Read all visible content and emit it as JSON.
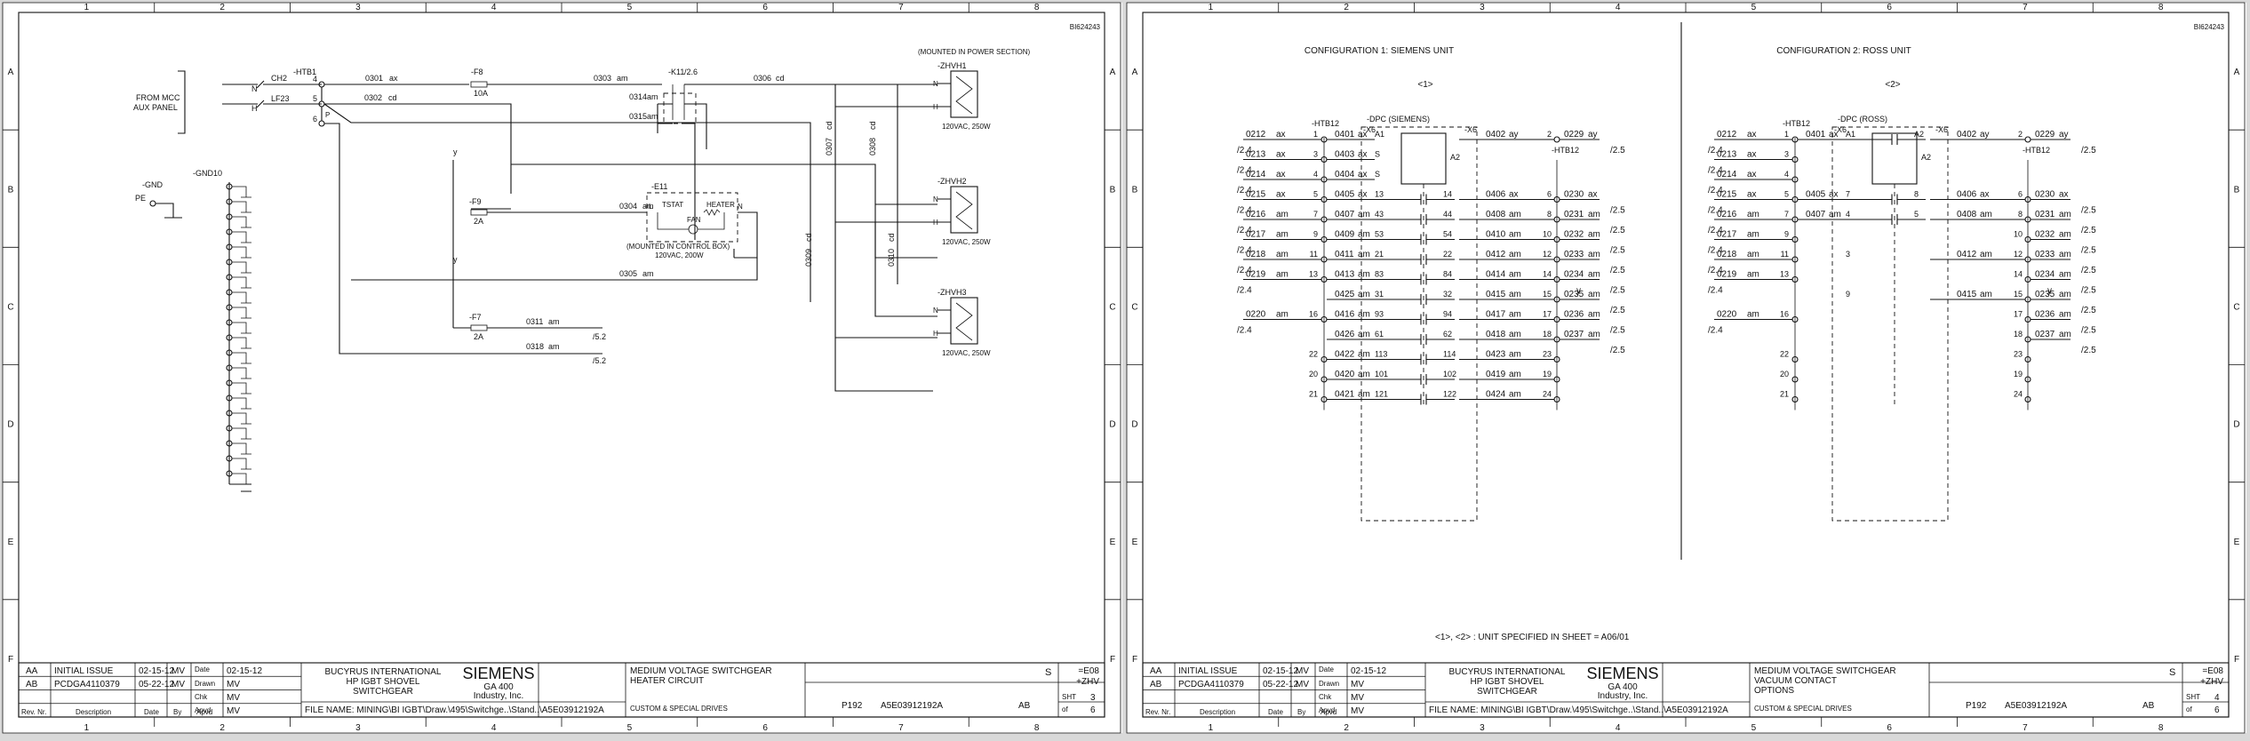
{
  "colors": {
    "page": "#ffffff",
    "ink": "#111111",
    "background": "#d9d9d9"
  },
  "grid_columns": [
    "1",
    "2",
    "3",
    "4",
    "5",
    "6",
    "7",
    "8"
  ],
  "grid_rows": [
    "A",
    "B",
    "C",
    "D",
    "E",
    "F"
  ],
  "sheet3": {
    "doc_id": "BI624243",
    "from_mcc": "FROM MCC",
    "aux_panel": "AUX PANEL",
    "htb1": "-HTB1",
    "ch2": "CH2",
    "lf23": "LF23",
    "term_4": "4",
    "term_5": "5",
    "term_6": "6",
    "n1": "N",
    "h1": "H",
    "f8": "-F8",
    "f8_rating": "10A",
    "f9": "-F9",
    "f9_rating": "2A",
    "f7": "-F7",
    "f7_rating": "2A",
    "k11": "-K11",
    "k11_contact": "/2.6",
    "w0301": "0301",
    "w0301_c": "ax",
    "w0302": "0302",
    "w0302_c": "cd",
    "w0303": "0303",
    "w0303_c": "am",
    "w0306": "0306",
    "w0306_c": "cd",
    "w0314": "0314",
    "w0314_c": "am",
    "w0315": "0315",
    "w0315_c": "am",
    "w0304": "0304",
    "w0304_c": "am",
    "w0305": "0305",
    "w0305_c": "am",
    "w0311": "0311",
    "w0311_c": "am",
    "w0318": "0318",
    "w0318_c": "am",
    "w0307": "0307",
    "w0307_c": "cd",
    "w0308": "0308",
    "w0308_c": "cd",
    "w0309": "0309",
    "w0309_c": "cd",
    "w0310": "0310",
    "w0310_c": "cd",
    "y": "y",
    "ref_52a": "/5.2",
    "ref_52b": "/5.2",
    "mounted_power": "(MOUNTED IN POWER SECTION)",
    "zhvh1": "-ZHVH1",
    "zhvh2": "-ZHVH2",
    "zhvh3": "-ZHVH3",
    "heater_rating": "120VAC, 250W",
    "gnd": "-GND",
    "pe": "PE",
    "gnd10": "-GND10",
    "e11": "-E11",
    "tstat": "TSTAT",
    "heater": "HEATER",
    "fan": "FAN",
    "mounted_control": "(MOUNTED IN CONTROL BOX)",
    "e11_rating": "120VAC, 200W",
    "L": "L",
    "N": "N"
  },
  "sheet4": {
    "doc_id": "BI624243",
    "config1": "CONFIGURATION 1: SIEMENS UNIT",
    "config2": "CONFIGURATION 2: ROSS UNIT",
    "tag1": "<1>",
    "tag2": "<2>",
    "htb12": "-HTB12",
    "dpc_siemens": "-DPC (SIEMENS)",
    "dpc_ross": "-DPC (ROSS)",
    "x6": "-X6",
    "a1": "A1",
    "a2": "A2",
    "s": "S",
    "ref": "/2.4",
    "ref_out": "/2.5",
    "footnote": "<1>, <2> : UNIT SPECIFIED IN SHEET = A06/01",
    "siemens_rows": [
      {
        "in": "0212",
        "ic": "ax",
        "t": "1",
        "w": "0401",
        "wc": "ax",
        "ct": "A1",
        "cb": "",
        "out": "0402",
        "oc": "ay",
        "ot": "2",
        "o2": "0229",
        "o2c": "ay"
      },
      {
        "in": "0213",
        "ic": "ax",
        "t": "3",
        "w": "0403",
        "wc": "ax",
        "ct": "S",
        "cb": "",
        "out": "",
        "oc": "",
        "ot": "",
        "o2": "",
        "o2c": ""
      },
      {
        "in": "0214",
        "ic": "ax",
        "t": "4",
        "w": "0404",
        "wc": "ax",
        "ct": "S",
        "cb": "",
        "out": "",
        "oc": "",
        "ot": "",
        "o2": "",
        "o2c": ""
      },
      {
        "in": "0215",
        "ic": "ax",
        "t": "5",
        "w": "0405",
        "wc": "ax",
        "ct": "13",
        "cb": "14",
        "out": "0406",
        "oc": "ax",
        "ot": "6",
        "o2": "0230",
        "o2c": "ax"
      },
      {
        "in": "0216",
        "ic": "am",
        "t": "7",
        "w": "0407",
        "wc": "am",
        "ct": "43",
        "cb": "44",
        "out": "0408",
        "oc": "am",
        "ot": "8",
        "o2": "0231",
        "o2c": "am"
      },
      {
        "in": "0217",
        "ic": "am",
        "t": "9",
        "w": "0409",
        "wc": "am",
        "ct": "53",
        "cb": "54",
        "out": "0410",
        "oc": "am",
        "ot": "10",
        "o2": "0232",
        "o2c": "am"
      },
      {
        "in": "0218",
        "ic": "am",
        "t": "11",
        "w": "0411",
        "wc": "am",
        "ct": "21",
        "cb": "22",
        "out": "0412",
        "oc": "am",
        "ot": "12",
        "o2": "0233",
        "o2c": "am"
      },
      {
        "in": "0219",
        "ic": "am",
        "t": "13",
        "w": "0413",
        "wc": "am",
        "ct": "83",
        "cb": "84",
        "out": "0414",
        "oc": "am",
        "ot": "14",
        "o2": "0234",
        "o2c": "am"
      },
      {
        "in": "",
        "ic": "",
        "t": "",
        "w": "0425",
        "wc": "am",
        "ct": "31",
        "cb": "32",
        "out": "0415",
        "oc": "am",
        "ot": "15",
        "o2": "0235",
        "o2c": "am"
      },
      {
        "in": "0220",
        "ic": "am",
        "t": "16",
        "w": "0416",
        "wc": "am",
        "ct": "93",
        "cb": "94",
        "out": "0417",
        "oc": "am",
        "ot": "17",
        "o2": "0236",
        "o2c": "am"
      },
      {
        "in": "",
        "ic": "",
        "t": "",
        "w": "0426",
        "wc": "am",
        "ct": "61",
        "cb": "62",
        "out": "0418",
        "oc": "am",
        "ot": "18",
        "o2": "0237",
        "o2c": "am"
      },
      {
        "in": "",
        "ic": "",
        "t": "22",
        "w": "0422",
        "wc": "am",
        "ct": "113",
        "cb": "114",
        "out": "0423",
        "oc": "am",
        "ot": "23",
        "o2": "",
        "o2c": ""
      },
      {
        "in": "",
        "ic": "",
        "t": "20",
        "w": "0420",
        "wc": "am",
        "ct": "101",
        "cb": "102",
        "out": "0419",
        "oc": "am",
        "ot": "19",
        "o2": "",
        "o2c": ""
      },
      {
        "in": "",
        "ic": "",
        "t": "21",
        "w": "0421",
        "wc": "am",
        "ct": "121",
        "cb": "122",
        "out": "0424",
        "oc": "am",
        "ot": "24",
        "o2": "",
        "o2c": ""
      }
    ],
    "ross_rows": [
      {
        "in": "0212",
        "ic": "ax",
        "t": "1",
        "w": "0401",
        "wc": "ax",
        "out": "0402",
        "oc": "ay",
        "ot": "2",
        "o2": "0229",
        "o2c": "ay",
        "ct": "A1",
        "cb": "A2"
      },
      {
        "in": "0213",
        "ic": "ax",
        "t": "3",
        "w": "",
        "wc": "",
        "out": "",
        "oc": "",
        "ot": "",
        "o2": "",
        "o2c": "",
        "ct": "",
        "cb": ""
      },
      {
        "in": "0214",
        "ic": "ax",
        "t": "4",
        "w": "",
        "wc": "",
        "out": "",
        "oc": "",
        "ot": "",
        "o2": "",
        "o2c": "",
        "ct": "",
        "cb": ""
      },
      {
        "in": "0215",
        "ic": "ax",
        "t": "5",
        "w": "0405",
        "wc": "ax",
        "out": "0406",
        "oc": "ax",
        "ot": "6",
        "o2": "0230",
        "o2c": "ax",
        "ct": "7",
        "cb": "8"
      },
      {
        "in": "0216",
        "ic": "am",
        "t": "7",
        "w": "0407",
        "wc": "am",
        "out": "0408",
        "oc": "am",
        "ot": "8",
        "o2": "0231",
        "o2c": "am",
        "ct": "4",
        "cb": "5"
      },
      {
        "in": "0217",
        "ic": "am",
        "t": "9",
        "w": "",
        "wc": "",
        "out": "",
        "oc": "",
        "ot": "10",
        "o2": "0232",
        "o2c": "am",
        "ct": "",
        "cb": ""
      },
      {
        "in": "0218",
        "ic": "am",
        "t": "11",
        "w": "",
        "wc": "",
        "out": "0412",
        "oc": "am",
        "ot": "12",
        "o2": "0233",
        "o2c": "am",
        "ct": "3",
        "cb": ""
      },
      {
        "in": "0219",
        "ic": "am",
        "t": "13",
        "w": "",
        "wc": "",
        "out": "",
        "oc": "",
        "ot": "14",
        "o2": "0234",
        "o2c": "am",
        "ct": "",
        "cb": ""
      },
      {
        "in": "",
        "ic": "",
        "t": "",
        "w": "",
        "wc": "",
        "out": "0415",
        "oc": "am",
        "ot": "15",
        "o2": "0235",
        "o2c": "am",
        "ct": "9",
        "cb": ""
      },
      {
        "in": "0220",
        "ic": "am",
        "t": "16",
        "w": "",
        "wc": "",
        "out": "",
        "oc": "",
        "ot": "17",
        "o2": "0236",
        "o2c": "am",
        "ct": "",
        "cb": ""
      },
      {
        "in": "",
        "ic": "",
        "t": "",
        "w": "",
        "wc": "",
        "out": "",
        "oc": "",
        "ot": "18",
        "o2": "0237",
        "o2c": "am",
        "ct": "",
        "cb": ""
      },
      {
        "in": "",
        "ic": "",
        "t": "22",
        "w": "",
        "wc": "",
        "out": "",
        "oc": "",
        "ot": "23",
        "o2": "",
        "o2c": "",
        "ct": "",
        "cb": ""
      },
      {
        "in": "",
        "ic": "",
        "t": "20",
        "w": "",
        "wc": "",
        "out": "",
        "oc": "",
        "ot": "19",
        "o2": "",
        "o2c": "",
        "ct": "",
        "cb": ""
      },
      {
        "in": "",
        "ic": "",
        "t": "21",
        "w": "",
        "wc": "",
        "out": "",
        "oc": "",
        "ot": "24",
        "o2": "",
        "o2c": "",
        "ct": "",
        "cb": ""
      }
    ]
  },
  "titleblock": {
    "rev1": "AA",
    "desc1": "INITIAL ISSUE",
    "date1": "02-15-12",
    "by1": "MV",
    "rev2": "AB",
    "desc2": "PCDGA4110379",
    "date2": "05-22-12",
    "by2": "MV",
    "h_rev": "Rev. Nr.",
    "h_desc": "Description",
    "h_date": "Date",
    "h_by": "By",
    "h_apvd": "Apvd",
    "l_date": "Date",
    "l_drawn": "Drawn",
    "l_chk": "Chk",
    "l_apvd": "Apvd",
    "v_date": "02-15-12",
    "v_drawn": "MV",
    "v_chk": "MV",
    "v_apvd": "MV",
    "company1": "BUCYRUS INTERNATIONAL",
    "company2": "HP IGBT SHOVEL",
    "company3": "SWITCHGEAR",
    "siemens": "SIEMENS",
    "ga": "GA 400",
    "industry": "Industry, Inc.",
    "file": "FILE NAME: MINING\\BI IGBT\\Draw.\\495\\Switchge..\\Stand..\\A5E03912192A",
    "mv": "MEDIUM VOLTAGE SWITCHGEAR",
    "custom": "CUSTOM & SPECIAL DRIVES",
    "s": "S",
    "eq": "=E08",
    "zhv": "+ZHV",
    "sht": "SHT",
    "of": "of",
    "p192": "P192",
    "docno": "A5E03912192A",
    "ab": "AB"
  },
  "title3": {
    "t1": "HEATER CIRCUIT",
    "sheet": "3",
    "total": "6"
  },
  "title4": {
    "t1": "VACUUM CONTACT",
    "t2": "OPTIONS",
    "sheet": "4",
    "total": "6"
  }
}
